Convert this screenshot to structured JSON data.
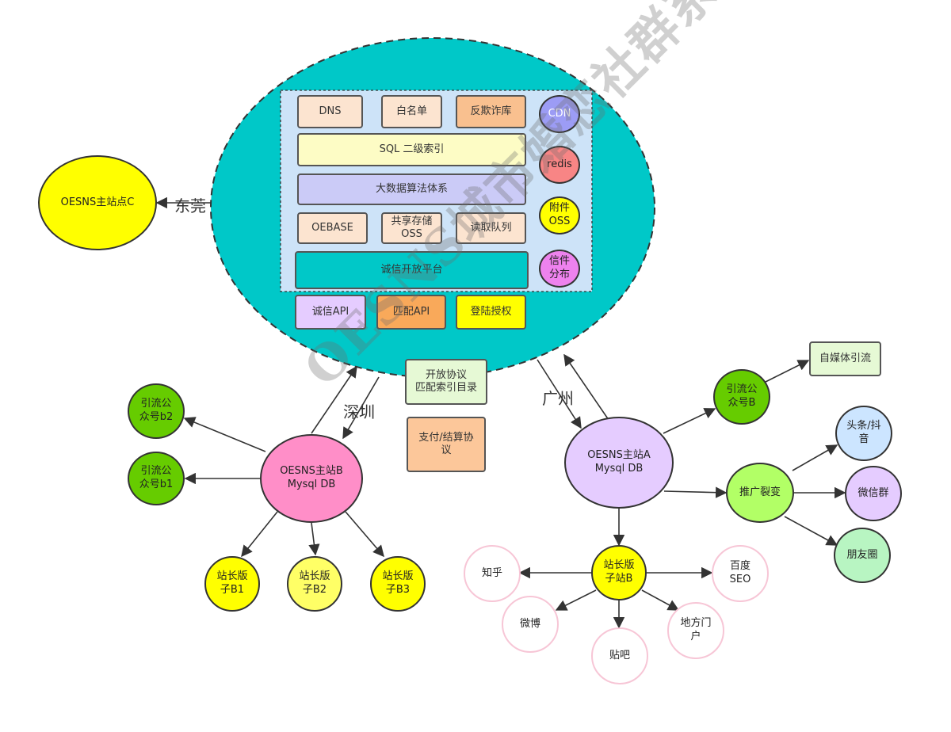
{
  "core": {
    "dns": "DNS",
    "whitelist": "白名单",
    "antifraud": "反欺诈库",
    "cdn": "CDN",
    "sql_index": "SQL 二级索引",
    "redis": "redis",
    "bigdata": "大数据算法体系",
    "attachment_oss": "附件\nOSS",
    "oebase": "OEBASE",
    "shared_storage": "共享存储\nOSS",
    "read_queue": "读取队列",
    "trust_platform": "诚信开放平台",
    "letter_dist": "信件\n分布",
    "trust_api": "诚信API",
    "match_api": "匹配API",
    "login_auth": "登陆授权"
  },
  "center": {
    "open_protocol": "开放协议\n匹配索引目录",
    "payment_protocol": "支付/结算协\n议"
  },
  "edges": {
    "dongguan": "东莞",
    "shenzhen": "深圳",
    "guangzhou": "广州"
  },
  "nodes": {
    "site_c": "OESNS主站点C",
    "site_b": "OESNS主站B\nMysql DB",
    "site_a": "OESNS主站A\nMysql DB",
    "pub_b2": "引流公\n众号b2",
    "pub_b1": "引流公\n众号b1",
    "sub_b1": "站长版\n子B1",
    "sub_b2": "站长版\n子B2",
    "sub_b3": "站长版\n子B3",
    "pub_b": "引流公\n众号B",
    "self_media": "自媒体引流",
    "promo": "推广裂变",
    "toutiao": "头条/抖\n音",
    "wechat_group": "微信群",
    "moments": "朋友圈",
    "sub_site_b": "站长版\n子站B",
    "zhihu": "知乎",
    "baidu_seo": "百度\nSEO",
    "weibo": "微博",
    "tieba": "贴吧",
    "local_portal": "地方门\n户"
  },
  "watermark": "OESNS城市婚恋社群系统",
  "colors": {
    "teal": "#00C8C8",
    "panel_blue": "#CDE3F8",
    "peach": "#FCE4D0",
    "orange": "#F9C08F",
    "light_yellow": "#FDFCC5",
    "lavender": "#CBCBF7",
    "purple_circle": "#9C9CF5",
    "red_circle": "#F88585",
    "yellow": "#FFFF00",
    "magenta": "#EE82EE",
    "green": "#66CC00",
    "light_green": "#B2FF66",
    "pink": "#FF8EC8",
    "light_purple": "#E5CCFF",
    "light_blue": "#CCE5FF",
    "mint": "#B8F5C2"
  }
}
